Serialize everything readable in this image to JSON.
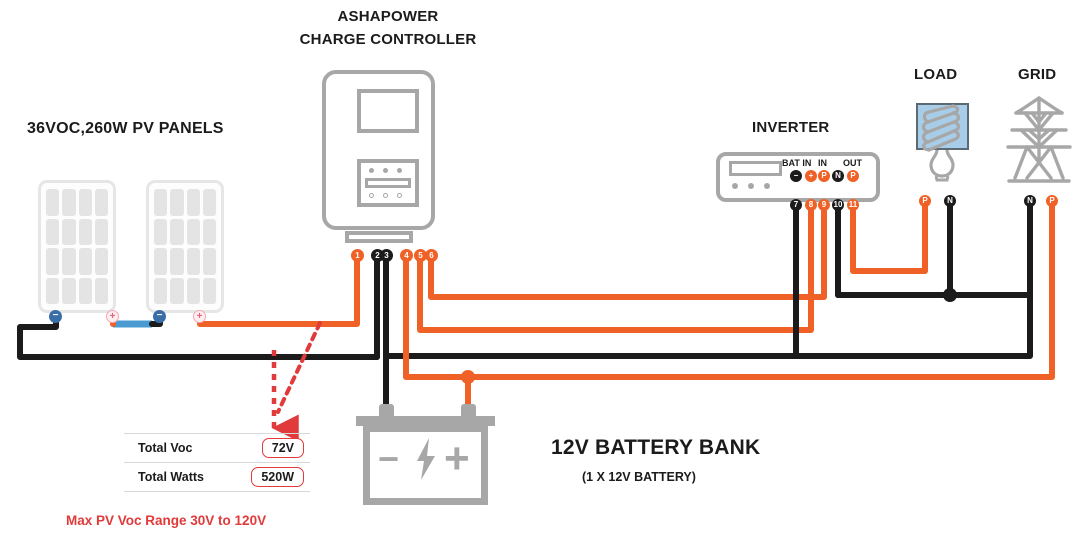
{
  "diagram": {
    "title": "Solar system wiring diagram",
    "colors": {
      "positive_wire": "#ef6126",
      "negative_wire": "#1b1b1b",
      "series_link": "#4a9bd1",
      "device_gray": "#a7a7a7",
      "accent_red": "#e03a3a",
      "bulb_blue": "#a8cde8"
    }
  },
  "labels": {
    "charge_controller_line1": "ASHAPOWER",
    "charge_controller_line2": "CHARGE CONTROLLER",
    "pv_panels": "36VOC,260W PV PANELS",
    "inverter": "INVERTER",
    "load": "LOAD",
    "grid": "GRID",
    "battery_bank": "12V BATTERY BANK",
    "battery_bank_sub": "(1 X 12V  BATTERY)"
  },
  "charge_controller": {
    "terminals": [
      {
        "id": "1",
        "polarity": "positive"
      },
      {
        "id": "2",
        "polarity": "negative"
      },
      {
        "id": "3",
        "polarity": "negative"
      },
      {
        "id": "4",
        "polarity": "positive"
      },
      {
        "id": "5",
        "polarity": "positive"
      },
      {
        "id": "6",
        "polarity": "positive"
      }
    ]
  },
  "inverter": {
    "groups": [
      {
        "label": "BAT IN"
      },
      {
        "label": "IN"
      },
      {
        "label": "OUT"
      }
    ],
    "top_terminals": [
      {
        "tag": "−",
        "polarity": "negative"
      },
      {
        "tag": "+",
        "polarity": "positive"
      },
      {
        "tag": "P",
        "polarity": "positive"
      },
      {
        "tag": "N",
        "polarity": "negative"
      },
      {
        "tag": "P",
        "polarity": "positive"
      }
    ],
    "bottom_terminals": [
      {
        "id": "7",
        "polarity": "negative"
      },
      {
        "id": "8",
        "polarity": "positive"
      },
      {
        "id": "9",
        "polarity": "positive"
      },
      {
        "id": "10",
        "polarity": "negative"
      },
      {
        "id": "11",
        "polarity": "positive"
      }
    ]
  },
  "load": {
    "terminals": [
      {
        "tag": "P",
        "polarity": "positive"
      },
      {
        "tag": "N",
        "polarity": "negative"
      }
    ]
  },
  "grid": {
    "terminals": [
      {
        "tag": "N",
        "polarity": "negative"
      },
      {
        "tag": "P",
        "polarity": "positive"
      }
    ]
  },
  "pv_panels": [
    {
      "name": "panel-1",
      "negative_tag": "−",
      "positive_tag": "+"
    },
    {
      "name": "panel-2",
      "negative_tag": "−",
      "positive_tag": "+"
    }
  ],
  "battery": {
    "minus_symbol": "−",
    "bolt_symbol": "⚡",
    "plus_symbol": "+"
  },
  "spec_table": {
    "rows": [
      {
        "key": "Total Voc",
        "value": "72V"
      },
      {
        "key": "Total Watts",
        "value": "520W"
      }
    ]
  },
  "notes": {
    "max_range": "Max PV Voc Range 30V to 120V"
  }
}
